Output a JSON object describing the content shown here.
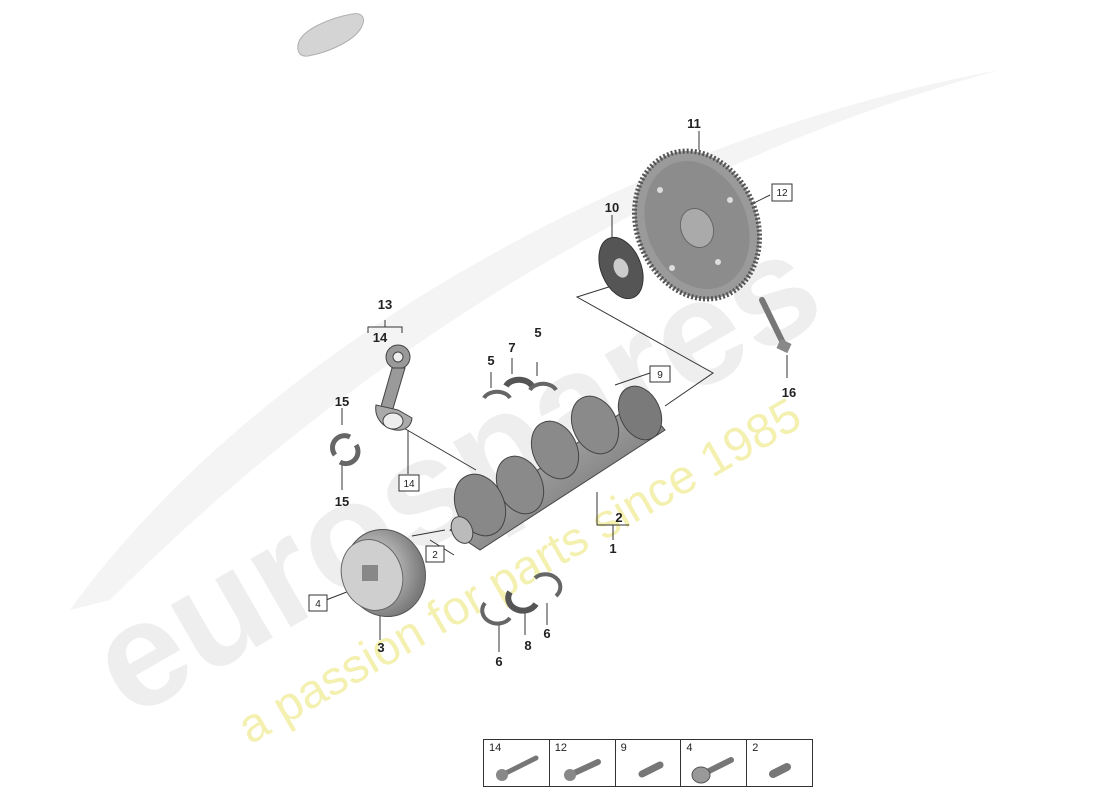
{
  "watermark": {
    "brand": "eurospares",
    "tagline": "a passion for parts since 1985"
  },
  "callouts": {
    "c1": "1",
    "c2": "2",
    "c3": "3",
    "c5a": "5",
    "c5b": "5",
    "c6a": "6",
    "c6b": "6",
    "c7": "7",
    "c8": "8",
    "c10": "10",
    "c11": "11",
    "c13": "13",
    "c14": "14",
    "c15a": "15",
    "c15b": "15",
    "c16": "16"
  },
  "boxed_refs": {
    "b12": "12",
    "b9": "9",
    "b14": "14",
    "b2": "2",
    "b4": "4"
  },
  "legend": [
    {
      "num": "14",
      "icon": "bolt-long-icon"
    },
    {
      "num": "12",
      "icon": "bolt-medium-icon"
    },
    {
      "num": "9",
      "icon": "bolt-short-icon"
    },
    {
      "num": "4",
      "icon": "bolt-flanged-icon"
    },
    {
      "num": "2",
      "icon": "bolt-stub-icon"
    }
  ],
  "colors": {
    "part_dark": "#555555",
    "part_mid": "#8a8a8a",
    "part_light": "#c8c8c8",
    "watermark_grey": "#eeeeee",
    "watermark_yellow": "#f3f0b0"
  }
}
